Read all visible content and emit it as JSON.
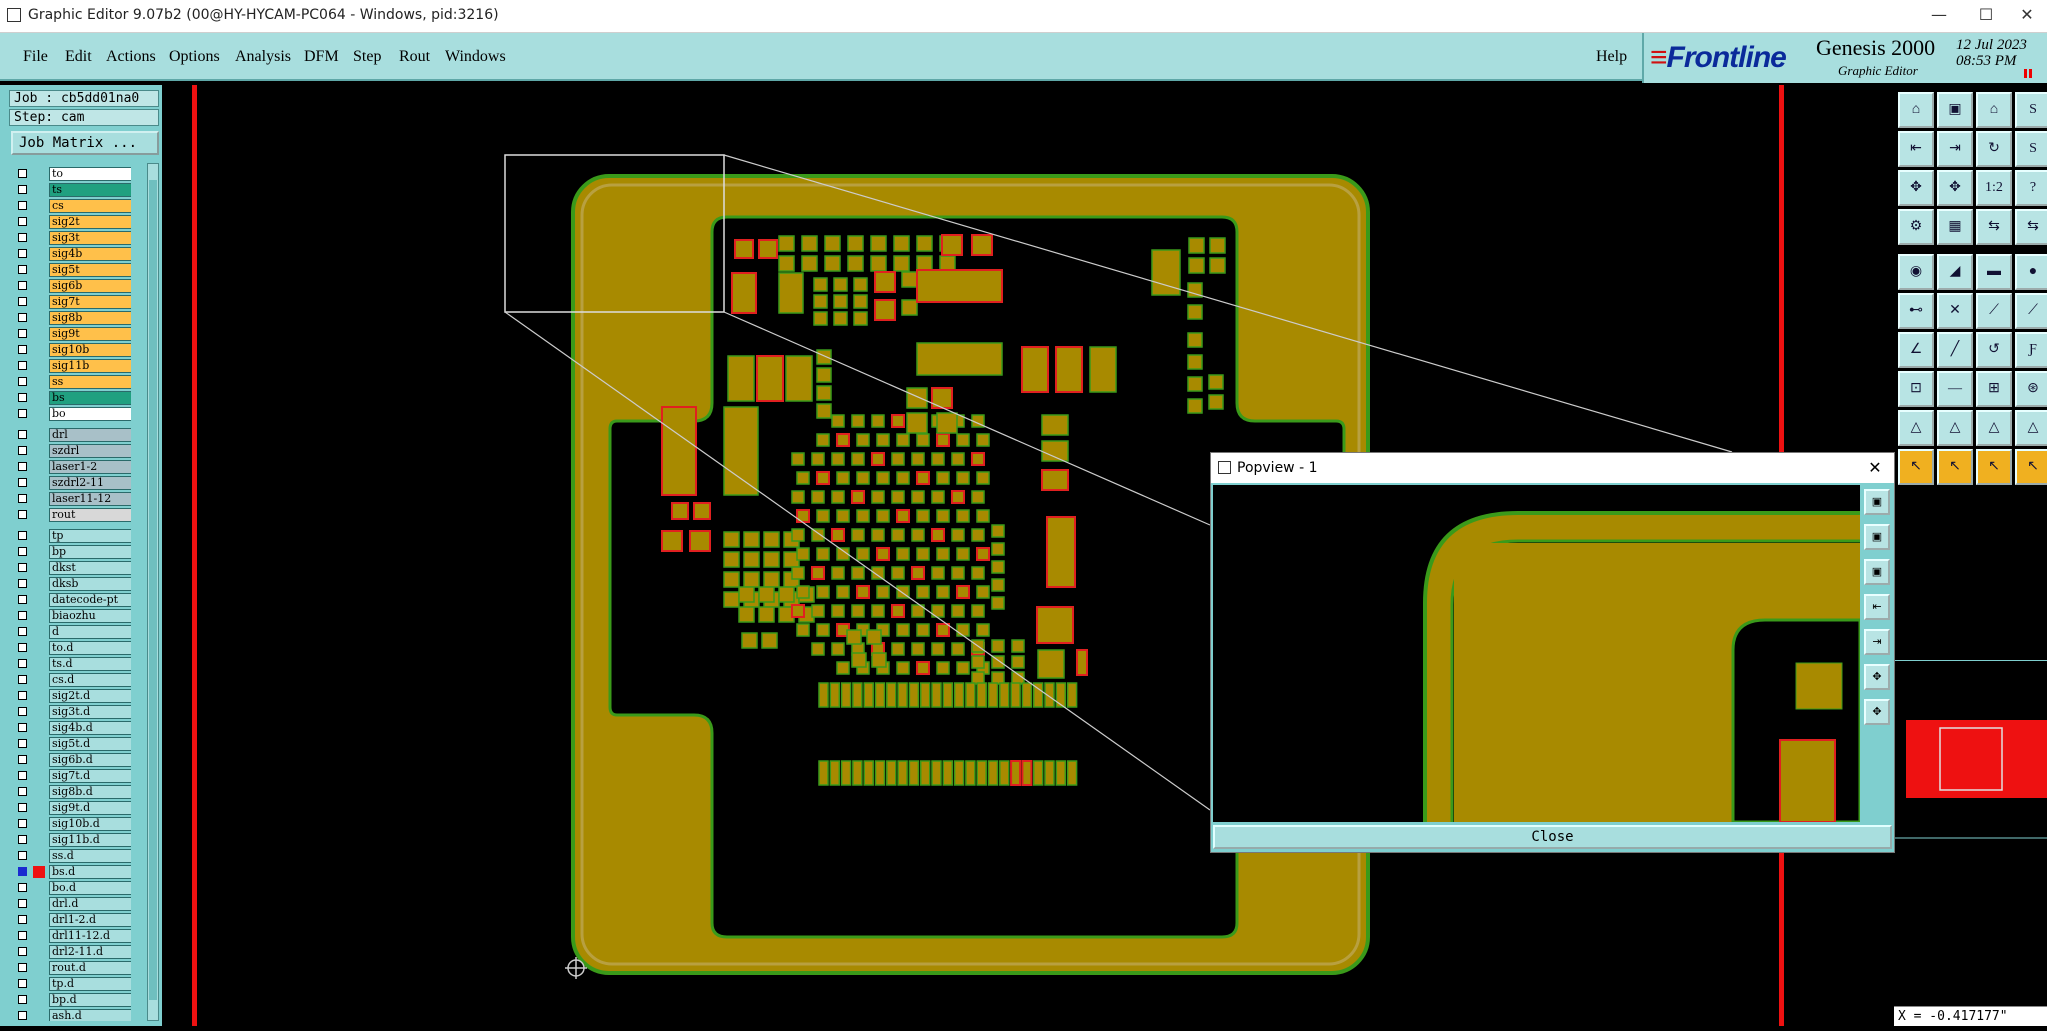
{
  "window": {
    "title": "Graphic Editor 9.07b2 (00@HY-HYCAM-PC064 - Windows, pid:3216)",
    "minimize": "—",
    "maximize": "☐",
    "close": "✕"
  },
  "menu": {
    "items": [
      "File",
      "Edit",
      "Actions",
      "Options",
      "Analysis",
      "DFM",
      "Step",
      "Rout",
      "Windows"
    ],
    "help": "Help"
  },
  "logo": {
    "brand_prefix": "≡",
    "brand": "Frontline",
    "product": "Genesis 2000",
    "subtitle": "Graphic Editor",
    "date": "12 Jul 2023",
    "time": "08:53 PM"
  },
  "job": {
    "job_label": "Job : cb5dd01na0",
    "step_label": "Step: cam",
    "matrix_button": "Job Matrix ..."
  },
  "layers": [
    {
      "name": "to",
      "color": "#ffffff"
    },
    {
      "name": "ts",
      "color": "#20a080"
    },
    {
      "name": "cs",
      "color": "#ffc04a"
    },
    {
      "name": "sig2t",
      "color": "#ffc04a"
    },
    {
      "name": "sig3t",
      "color": "#ffc04a"
    },
    {
      "name": "sig4b",
      "color": "#ffc04a"
    },
    {
      "name": "sig5t",
      "color": "#ffc04a"
    },
    {
      "name": "sig6b",
      "color": "#ffc04a"
    },
    {
      "name": "sig7t",
      "color": "#ffc04a"
    },
    {
      "name": "sig8b",
      "color": "#ffc04a"
    },
    {
      "name": "sig9t",
      "color": "#ffc04a"
    },
    {
      "name": "sig10b",
      "color": "#ffc04a"
    },
    {
      "name": "sig11b",
      "color": "#ffc04a"
    },
    {
      "name": "ss",
      "color": "#ffc04a"
    },
    {
      "name": "bs",
      "color": "#20a080"
    },
    {
      "name": "bo",
      "color": "#ffffff"
    },
    {
      "name": "drl",
      "color": "#a8c0c8",
      "gap": true
    },
    {
      "name": "szdrl",
      "color": "#a8c0c8"
    },
    {
      "name": "laser1-2",
      "color": "#a8c0c8"
    },
    {
      "name": "szdrl2-11",
      "color": "#a8c0c8"
    },
    {
      "name": "laser11-12",
      "color": "#a8c0c8"
    },
    {
      "name": "rout",
      "color": "#d8d8d8"
    },
    {
      "name": "tp",
      "color": "#a8dede",
      "gap": true
    },
    {
      "name": "bp",
      "color": "#a8dede"
    },
    {
      "name": "dkst",
      "color": "#a8dede"
    },
    {
      "name": "dksb",
      "color": "#a8dede"
    },
    {
      "name": "datecode-pt",
      "color": "#a8dede"
    },
    {
      "name": "biaozhu",
      "color": "#a8dede"
    },
    {
      "name": "d",
      "color": "#a8dede"
    },
    {
      "name": "to.d",
      "color": "#a8dede"
    },
    {
      "name": "ts.d",
      "color": "#a8dede"
    },
    {
      "name": "cs.d",
      "color": "#a8dede"
    },
    {
      "name": "sig2t.d",
      "color": "#a8dede"
    },
    {
      "name": "sig3t.d",
      "color": "#a8dede"
    },
    {
      "name": "sig4b.d",
      "color": "#a8dede"
    },
    {
      "name": "sig5t.d",
      "color": "#a8dede"
    },
    {
      "name": "sig6b.d",
      "color": "#a8dede"
    },
    {
      "name": "sig7t.d",
      "color": "#a8dede"
    },
    {
      "name": "sig8b.d",
      "color": "#a8dede"
    },
    {
      "name": "sig9t.d",
      "color": "#a8dede"
    },
    {
      "name": "sig10b.d",
      "color": "#a8dede"
    },
    {
      "name": "sig11b.d",
      "color": "#a8dede"
    },
    {
      "name": "ss.d",
      "color": "#a8dede"
    },
    {
      "name": "bs.d",
      "color": "#a8dede",
      "active": true
    },
    {
      "name": "bo.d",
      "color": "#a8dede"
    },
    {
      "name": "drl.d",
      "color": "#a8dede"
    },
    {
      "name": "drl1-2.d",
      "color": "#a8dede"
    },
    {
      "name": "drl11-12.d",
      "color": "#a8dede"
    },
    {
      "name": "drl2-11.d",
      "color": "#a8dede"
    },
    {
      "name": "rout.d",
      "color": "#a8dede"
    },
    {
      "name": "tp.d",
      "color": "#a8dede"
    },
    {
      "name": "bp.d",
      "color": "#a8dede"
    },
    {
      "name": "ash.d",
      "color": "#a8dede"
    }
  ],
  "toolbar": {
    "icons": [
      "zoom-home-icon",
      "zoom-out-icon",
      "home-icon",
      "step-icon",
      "pan-left-icon",
      "pan-right-icon",
      "zoom-box-icon",
      "redraw-icon",
      "fit-icon",
      "center-icon",
      "ratio-icon",
      "help-icon",
      "snap-icon",
      "grid-icon",
      "measure-icon",
      "layers-icon",
      "select-icon",
      "draw-icon",
      "ruler-icon",
      "pad-icon",
      "node-icon",
      "delete-icon",
      "line-icon",
      "arc-icon",
      "angle-icon",
      "slash-icon",
      "curve-icon",
      "text-icon",
      "feature-icon",
      "move-icon",
      "copy-icon",
      "resize-icon",
      "poly-icon",
      "poly-fill-icon",
      "poly-edit-icon",
      "poly-cut-icon",
      "pointer-icon",
      "pointer-alt-icon",
      "pointer-red-icon",
      "pointer-multi-icon"
    ],
    "ratio_label": "1:2",
    "help_label": "?"
  },
  "popview": {
    "title": "Popview - 1",
    "close_x": "✕",
    "close_button": "Close"
  },
  "status": {
    "coordinate": "X = -0.417177\""
  },
  "colors": {
    "copper": "#b89400",
    "outline": "#3a9a1a",
    "pad_outline": "#e02020",
    "profile": "#ee1111",
    "panel": "#a8dede"
  }
}
